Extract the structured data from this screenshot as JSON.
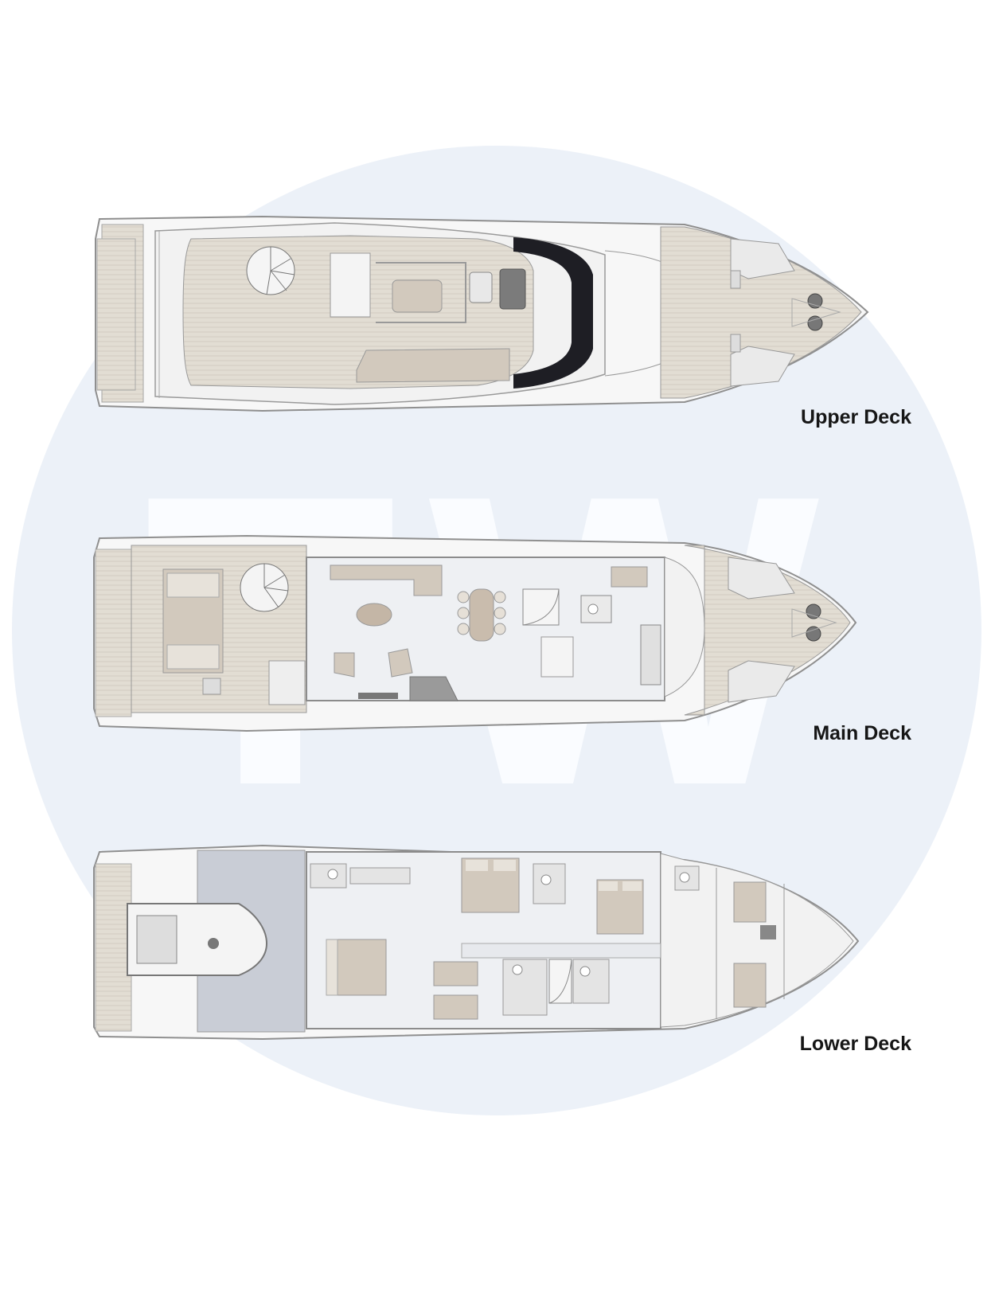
{
  "watermark": {
    "text": "TW",
    "circle_color": "#ecf1f8"
  },
  "decks": [
    {
      "id": "upper",
      "label": "Upper Deck"
    },
    {
      "id": "main",
      "label": "Main Deck"
    },
    {
      "id": "lower",
      "label": "Lower Deck"
    }
  ],
  "colors": {
    "hull_outline": "#9a9a9a",
    "teak": "#ded9cf",
    "upholstery": "#d2c9bd",
    "interior_floor": "#eef0f3",
    "garage_floor": "#c9cdd6",
    "windshield": "#1e1e24"
  }
}
